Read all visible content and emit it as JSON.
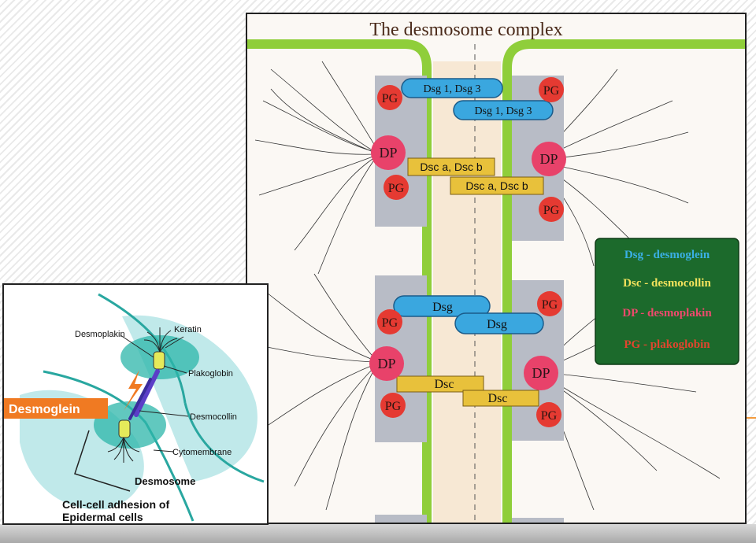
{
  "main_title": "The desmosome complex",
  "labels": {
    "pg": "PG",
    "dp": "DP",
    "dsg13": "Dsg 1, Dsg 3",
    "dscab": "Dsc a, Dsc b",
    "dsg": "Dsg",
    "dsc": "Dsc"
  },
  "legend": [
    {
      "text": "Dsg - desmoglein",
      "color": "#3ab0e6"
    },
    {
      "text": "Dsc - desmocollin",
      "color": "#f2e25c"
    },
    {
      "text": "DP - desmoplakin",
      "color": "#ec4a6c"
    },
    {
      "text": "PG - plakoglobin",
      "color": "#e2452e"
    }
  ],
  "inset": {
    "labels": {
      "desmoplakin": "Desmoplakin",
      "keratin": "Keratin",
      "plakoglobin": "Plakoglobin",
      "desmocollin": "Desmocollin",
      "cytomembrane": "Cytomembrane",
      "desmosome": "Desmosome"
    },
    "callout": "Desmoglein",
    "caption_line1": "Cell-cell adhesion of",
    "caption_line2": "Epidermal cells"
  },
  "colors": {
    "membrane": "#8fce3a",
    "dsg": "#3aa7df",
    "dsc": "#e8c13b",
    "dp": "#e8426a",
    "pg": "#e53a32",
    "plaque": "#b8bcc6",
    "legend_bg": "#1c6a2c",
    "callout": "#f07a22"
  }
}
